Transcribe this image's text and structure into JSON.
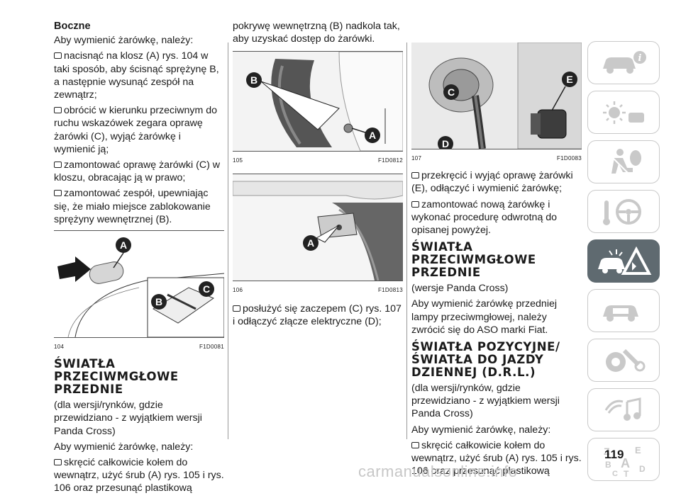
{
  "col1": {
    "heading": "Boczne",
    "intro": "Aby wymienić żarówkę, należy:",
    "b1": "nacisnąć na klosz (A) rys. 104 w taki sposób, aby ścisnąć sprężynę B, a następnie wysunąć zespół na zewnątrz;",
    "b2": "obrócić w kierunku przeciwnym do ruchu wskazówek zegara oprawę żarówki (C), wyjąć żarówkę i wymienić ją;",
    "b3": "zamontować oprawę żarówki (C) w kloszu, obracając ją w prawo;",
    "b4": "zamontować zespół, upewniając się, że miało miejsce zablokowanie sprężyny wewnętrznej (B).",
    "fig": {
      "num": "104",
      "code": "F1D0081",
      "labels": [
        "A",
        "B",
        "C"
      ]
    },
    "section_title": "ŚWIATŁA PRZECIWMGŁOWE PRZEDNIE",
    "p1": "(dla wersji/rynków, gdzie przewidziano - z wyjątkiem wersji Panda Cross)",
    "p2": "Aby wymienić żarówkę, należy:",
    "b5": "skręcić całkowicie kołem do wewnątrz, użyć śrub (A) rys. 105 i rys. 106 oraz przesunąć plastikową"
  },
  "col2": {
    "text1": "pokrywę wewnętrzną (B) nadkola tak, aby uzyskać dostęp do żarówki.",
    "fig1": {
      "num": "105",
      "code": "F1D0812",
      "labels": [
        "B",
        "A"
      ]
    },
    "fig2": {
      "num": "106",
      "code": "F1D0813",
      "labels": [
        "A"
      ]
    },
    "b1": "posłużyć się zaczepem (C) rys. 107 i odłączyć złącze elektryczne (D);"
  },
  "col3": {
    "fig": {
      "num": "107",
      "code": "F1D0083",
      "labels": [
        "E",
        "C",
        "D"
      ]
    },
    "b1": "przekręcić i wyjąć oprawę żarówki (E), odłączyć i wymienić żarówkę;",
    "b2": "zamontować nową żarówkę i wykonać procedurę odwrotną do opisanej powyżej.",
    "section1_title": "ŚWIATŁA PRZECIWMGŁOWE PRZEDNIE",
    "s1p1": "(wersje Panda Cross)",
    "s1p2": "Aby wymienić żarówkę przedniej lampy przeciwmgłowej, należy zwrócić się do ASO marki Fiat.",
    "section2_title": "ŚWIATŁA POZYCYJNE/ŚWIATŁA DO JAZDY DZIENNEJ (D.R.L.)",
    "s2p1": "(dla wersji/rynków, gdzie przewidziano - z wyjątkiem wersji Panda Cross)",
    "s2p2": "Aby wymienić żarówkę, należy:",
    "b3": "skręcić całkowicie kołem do wewnątrz, użyć śrub (A) rys. 105 i rys. 106 oraz przesunąć plastikową"
  },
  "tabs": [
    {
      "icon": "car-info-icon",
      "active": false
    },
    {
      "icon": "dashboard-lights-icon",
      "active": false
    },
    {
      "icon": "safety-airbag-icon",
      "active": false
    },
    {
      "icon": "steering-wheel-key-icon",
      "active": false
    },
    {
      "icon": "emergency-warning-icon",
      "active": true
    },
    {
      "icon": "car-maintenance-icon",
      "active": false
    },
    {
      "icon": "technical-data-icon",
      "active": false
    },
    {
      "icon": "multimedia-icon",
      "active": false
    },
    {
      "icon": "alphabetical-index-icon",
      "active": false
    }
  ],
  "tab_index_letters": [
    "Z",
    "E",
    "B",
    "A",
    "C",
    "T",
    "D"
  ],
  "page_number": "119",
  "watermark": "carmanualsonline.info",
  "colors": {
    "tab_border": "#c9c9c9",
    "tab_active": "#5f6a70",
    "label_dark": "#1a1a1a"
  }
}
